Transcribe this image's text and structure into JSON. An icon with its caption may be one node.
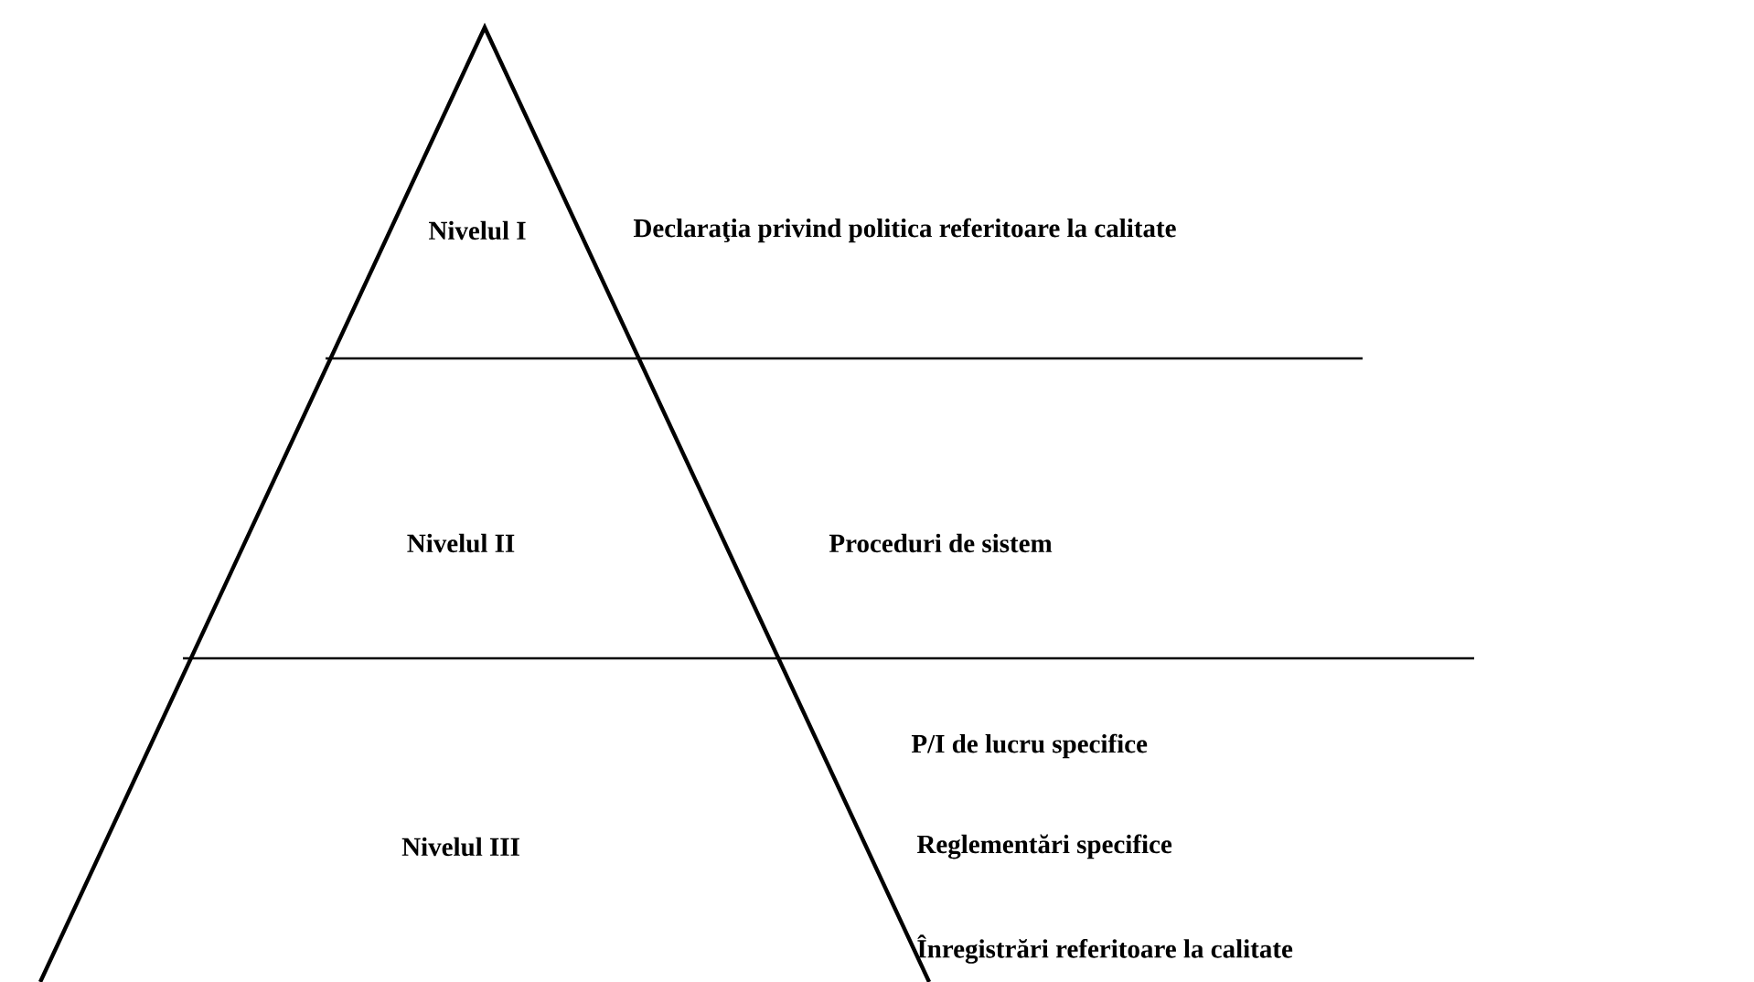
{
  "diagram": {
    "nodes": [
      {
        "text": [
          "Nivelul I"
        ]
      },
      {
        "text": [
          "Nivelul II"
        ]
      },
      {
        "text": [
          "Nivelul III"
        ]
      }
    ],
    "labels": [
      "Declaraţia privind politica referitoare la calitate",
      "Proceduri de sistem",
      "P/I de lucru specifice",
      "Reglementări specifice",
      "Înregistrări referitoare la calitate"
    ]
  }
}
